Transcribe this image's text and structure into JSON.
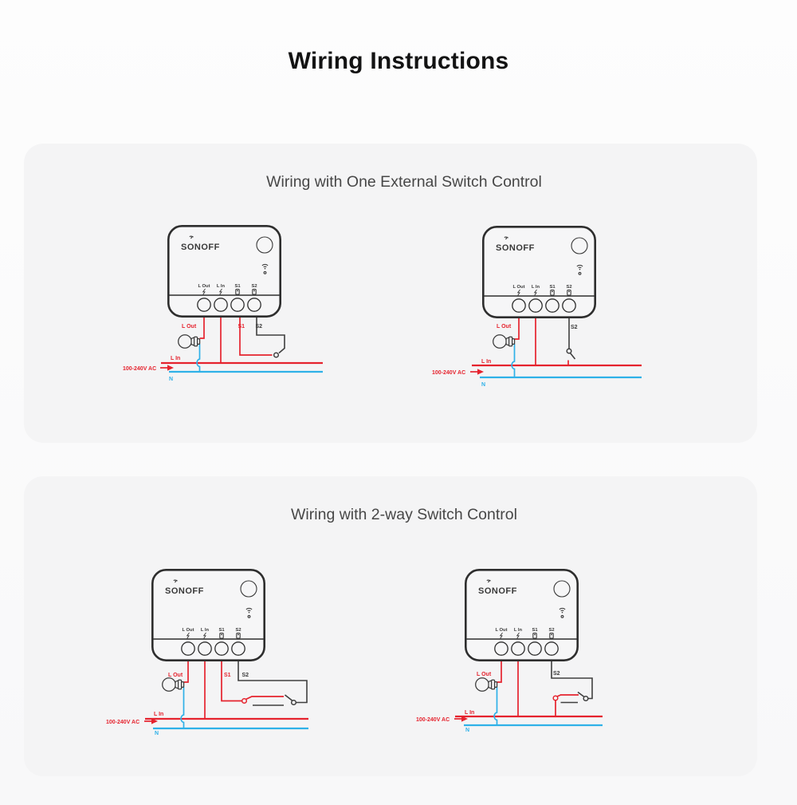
{
  "page": {
    "title": "Wiring Instructions"
  },
  "sections": [
    {
      "heading": "Wiring with One External Switch Control"
    },
    {
      "heading": "Wiring with 2-way Switch Control"
    }
  ],
  "device": {
    "brand": "SONOFF",
    "terminals": [
      "L Out",
      "L In",
      "S1",
      "S2"
    ]
  },
  "wire_labels": {
    "l_out": "L Out",
    "l_in": "L In",
    "s1": "S1",
    "s2": "S2",
    "supply": "100-240V AC",
    "neutral": "N"
  },
  "colors": {
    "live_wire": "#e5232e",
    "neutral_wire": "#2fb1e8",
    "signal_wire": "#3f3f3f",
    "panel_background": "#f4f4f5"
  }
}
